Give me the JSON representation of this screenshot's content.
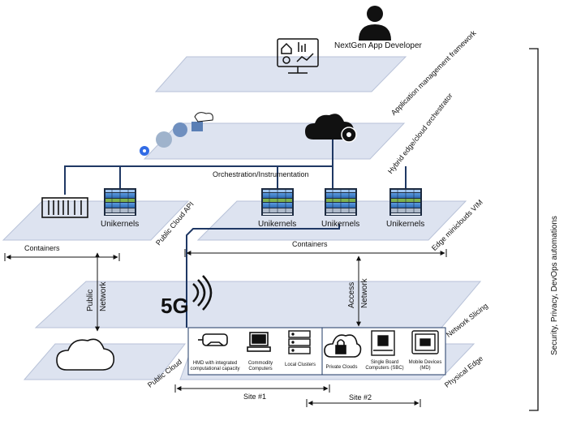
{
  "actor": {
    "label": "NextGen App Developer"
  },
  "layers": {
    "app_mgmt": "Application management framework",
    "orchestrator": "Hybrid edge/cloud orchestrator",
    "public_cloud_api": "Public Cloud API",
    "edge_vim": "Edge miniclouds VIM",
    "network_slicing": "Network Slicing",
    "public_cloud": "Public Cloud",
    "physical_edge": "Physical Edge"
  },
  "side_label": "Security, Privacy, DevOps automations",
  "orchestration_label": "Orchestration/Instrumentation",
  "unikernels": [
    "Unikernels",
    "Unikernels",
    "Unikernels",
    "Unikernels"
  ],
  "containers": [
    "Containers",
    "Containers"
  ],
  "network": {
    "public_line1": "Public",
    "public_line2": "Network",
    "access_line1": "Access",
    "access_line2": "Network",
    "fiveg": "5G"
  },
  "devices": [
    {
      "label": "HMD with integrated computational capacity",
      "icon": "vr-headset-icon"
    },
    {
      "label": "Commodity Computers",
      "icon": "computer-icon"
    },
    {
      "label": "Local Clusters",
      "icon": "server-rack-icon"
    },
    {
      "label": "Private Clouds",
      "icon": "private-cloud-icon"
    },
    {
      "label": "Single Board Computers (SBC)",
      "icon": "sbc-board-icon"
    },
    {
      "label": "Mobile Devices (MD)",
      "icon": "mobile-device-icon"
    }
  ],
  "sites": [
    "Site #1",
    "Site #2"
  ],
  "colors": {
    "plane_fill": "#dde3f0",
    "plane_stroke": "#b8c2d8",
    "connector": "#1f3864",
    "cell_blue": "#3d7fc9"
  }
}
